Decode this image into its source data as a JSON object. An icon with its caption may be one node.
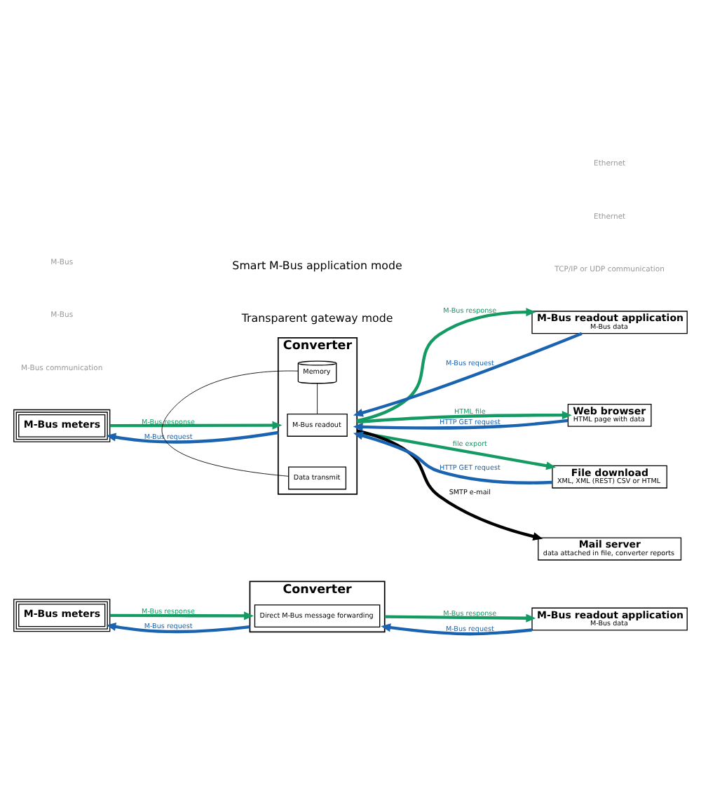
{
  "diagram": {
    "nodes": [
      {
        "text": [
          "M-Bus meters"
        ]
      },
      {
        "text": [
          "Converter"
        ]
      },
      {
        "text": [
          "Direct M-Bus message forwarding"
        ],
        "in": 1
      },
      {
        "text": [
          "M-Bus readout application",
          "M-Bus data"
        ]
      },
      {
        "text": [
          "M-Bus meters"
        ]
      },
      {
        "text": [
          "Converter"
        ]
      },
      {
        "text": [
          "M-Bus readout"
        ],
        "in": 5
      },
      {
        "text": [
          "Data transmit"
        ],
        "in": 5
      },
      {
        "text": [
          "Memory"
        ],
        "in": 5
      },
      {
        "text": [
          "M-Bus readout application",
          "M-Bus data"
        ]
      },
      {
        "text": [
          "Web browser",
          "HTML page with data"
        ]
      },
      {
        "text": [
          "File download",
          "XML, XML (REST) CSV or HTML"
        ]
      },
      {
        "text": [
          "Mail server",
          "data attached in file, converter reports"
        ]
      }
    ],
    "edges": [
      {
        "from": 0,
        "to": 1,
        "arrow": "to",
        "label": "M-Bus response",
        "color": "#149a63"
      },
      {
        "from": 1,
        "to": 0,
        "arrow": "to",
        "label": "M-Bus request",
        "color": "#1a63b0"
      },
      {
        "from": 1,
        "to": 3,
        "arrow": "to",
        "label": "M-Bus response",
        "color": "#149a63"
      },
      {
        "from": 3,
        "to": 1,
        "arrow": "to",
        "label": "M-Bus request",
        "color": "#1a63b0"
      },
      {
        "from": 4,
        "to": 5,
        "arrow": "to",
        "label": "M-Bus response",
        "color": "#149a63"
      },
      {
        "from": 5,
        "to": 4,
        "arrow": "to",
        "label": "M-Bus request",
        "color": "#1a63b0"
      },
      {
        "from": 5,
        "to": 9,
        "arrow": "to",
        "label": "M-Bus response",
        "color": "#149a63"
      },
      {
        "from": 5,
        "to": 10,
        "arrow": "to",
        "label": "HTML file",
        "color": "#149a63"
      },
      {
        "from": 5,
        "to": 11,
        "arrow": "to",
        "label": "file export",
        "color": "#149a63"
      },
      {
        "from": 5,
        "to": 12,
        "arrow": "to",
        "label": "SMTP e-mail",
        "color": "#000000"
      },
      {
        "from": 6,
        "to": 8,
        "arrow": "none",
        "color": "#000000"
      },
      {
        "from": 7,
        "to": 8,
        "arrow": "none",
        "color": "#000000"
      },
      {
        "from": 9,
        "to": 5,
        "arrow": "to",
        "label": "M-Bus request",
        "color": "#1a63b0"
      },
      {
        "from": 10,
        "to": 5,
        "arrow": "to",
        "label": "HTTP GET request",
        "color": "#1a63b0"
      },
      {
        "from": 11,
        "to": 5,
        "arrow": "to",
        "label": "HTTP GET request",
        "color": "#1a63b0"
      }
    ],
    "labels": [
      "Transparent gateway mode",
      "M-Bus communication",
      "TCP/IP or UDP communication",
      "Ethernet",
      "M-Bus",
      "Smart M-Bus application mode",
      "Ethernet",
      "M-Bus"
    ]
  }
}
